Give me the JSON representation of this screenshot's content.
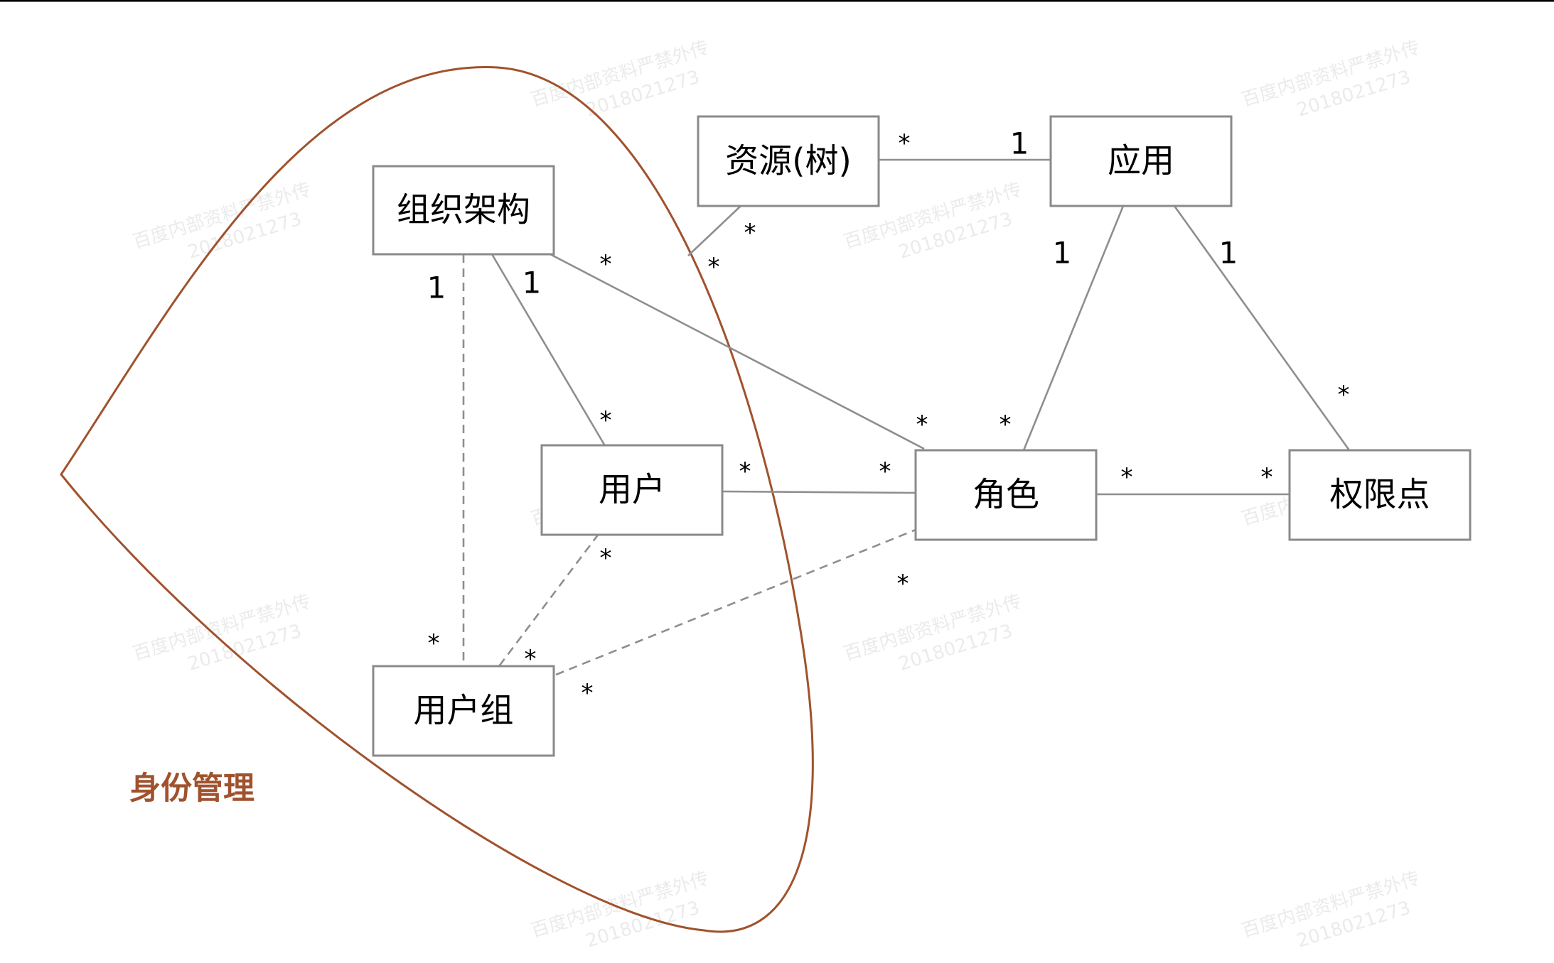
{
  "watermark": {
    "line1": "百度内部资料严禁外传",
    "line2": "2018021273"
  },
  "group": {
    "label": "身份管理",
    "color": "#a0522d"
  },
  "entities": {
    "org": "组织架构",
    "resource": "资源(树)",
    "app": "应用",
    "user": "用户",
    "role": "角色",
    "permission": "权限点",
    "usergroup": "用户组"
  },
  "multiplicities": {
    "res_app_res": "*",
    "res_app_app": "1",
    "res_role_res": "*",
    "res_role_role": "*",
    "org_user_org": "1",
    "org_user_user": "*",
    "org_group_org": "1",
    "org_group_group": "*",
    "org_role_org": "*",
    "org_role_role": "*",
    "app_role_app": "1",
    "app_role_role": "*",
    "app_perm_app": "1",
    "app_perm_perm": "*",
    "user_role_user": "*",
    "user_role_role": "*",
    "role_perm_role": "*",
    "role_perm_perm": "*",
    "user_group_user": "*",
    "user_group_group": "*",
    "group_role_role": "*",
    "group_role_group": "*"
  }
}
